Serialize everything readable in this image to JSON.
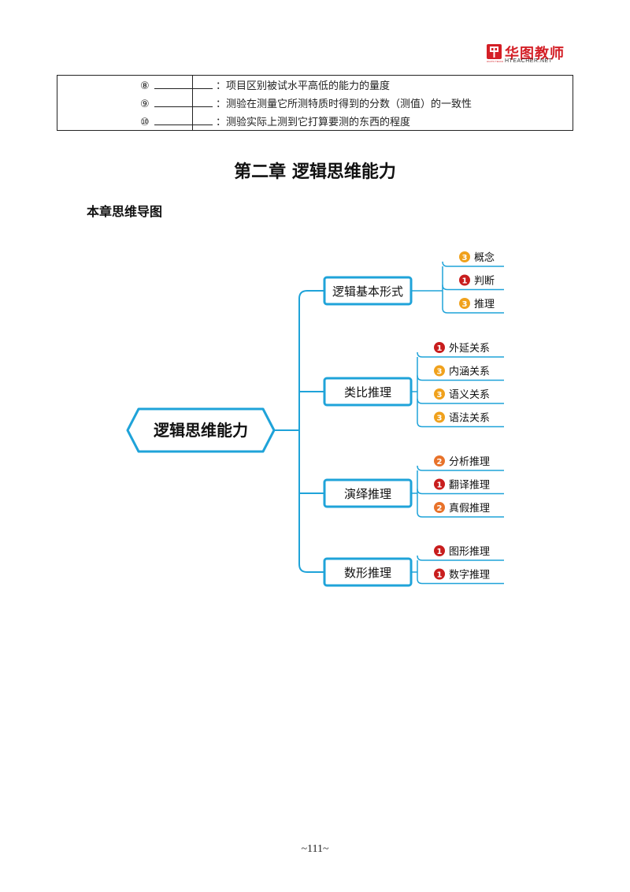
{
  "header": {
    "logo_cn": "华图教师",
    "logo_en": "HTEACHER.NET",
    "logo_sub": "HUATU TEACH"
  },
  "table": {
    "rows": [
      {
        "num": "⑧",
        "text": "：项目区别被试水平高低的能力的量度"
      },
      {
        "num": "⑨",
        "text": "：测验在测量它所测特质时得到的分数（测值）的一致性"
      },
      {
        "num": "⑩",
        "text": "：测验实际上测到它打算要测的东西的程度"
      }
    ]
  },
  "chapter_title": "第二章  逻辑思维能力",
  "section_title": "本章思维导图",
  "mindmap": {
    "root": "逻辑思维能力",
    "accent": "#1fa3d9",
    "branches": [
      {
        "label": "逻辑基本形式",
        "leaves": [
          {
            "badge": "3",
            "color": "#f0a11c",
            "label": "概念"
          },
          {
            "badge": "1",
            "color": "#c81d1d",
            "label": "判断"
          },
          {
            "badge": "3",
            "color": "#f0a11c",
            "label": "推理"
          }
        ]
      },
      {
        "label": "类比推理",
        "leaves": [
          {
            "badge": "1",
            "color": "#c81d1d",
            "label": "外延关系"
          },
          {
            "badge": "3",
            "color": "#f0a11c",
            "label": "内涵关系"
          },
          {
            "badge": "3",
            "color": "#f0a11c",
            "label": "语义关系"
          },
          {
            "badge": "3",
            "color": "#f0a11c",
            "label": "语法关系"
          }
        ]
      },
      {
        "label": "演绎推理",
        "leaves": [
          {
            "badge": "2",
            "color": "#e8722a",
            "label": "分析推理"
          },
          {
            "badge": "1",
            "color": "#c81d1d",
            "label": "翻译推理"
          },
          {
            "badge": "2",
            "color": "#e8722a",
            "label": "真假推理"
          }
        ]
      },
      {
        "label": "数形推理",
        "leaves": [
          {
            "badge": "1",
            "color": "#c81d1d",
            "label": "图形推理"
          },
          {
            "badge": "1",
            "color": "#c81d1d",
            "label": "数字推理"
          }
        ]
      }
    ]
  },
  "page_number": "~111~"
}
